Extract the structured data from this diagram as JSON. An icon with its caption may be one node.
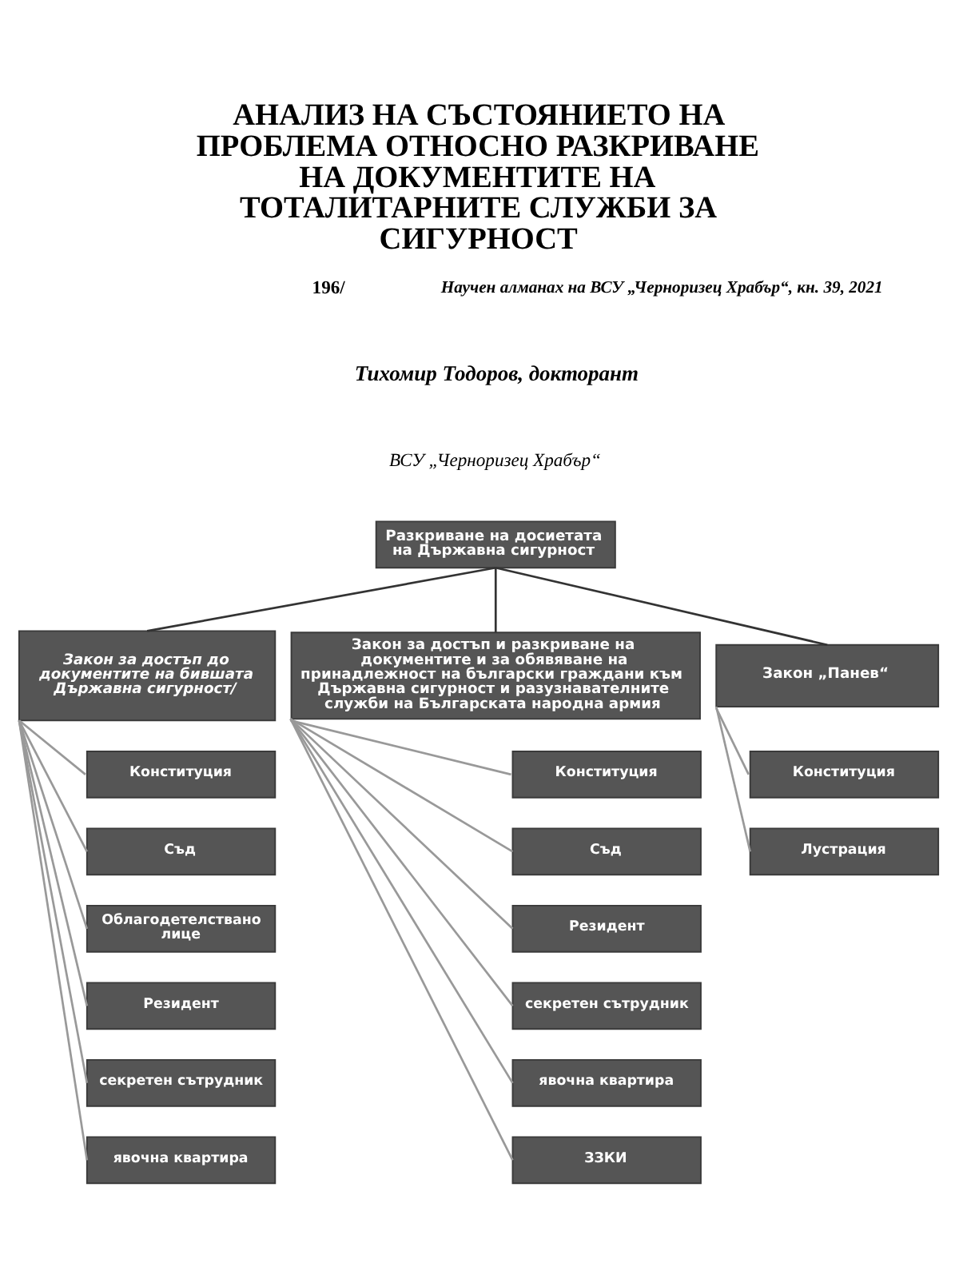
{
  "diagram": {
    "title": "АНАЛИЗ НА СЪСТОЯНИЕТО НА ПРОБЛЕМА ОТНОСНО РАЗКРИВАНЕ НА ДОКУМЕНТИТЕ НА ТОТАЛИТАРНИТЕ СЛУЖБИ ЗА СИГУРНОСТ",
    "nodes": [
      {
        "text": [
          "Разкриване на досиетата на Държавна сигурност"
        ]
      },
      {
        "text": [
          "Закон за достъп до документите на бившата Държавна сигурност/"
        ]
      },
      {
        "text": [
          "Закон за достъп и разкриване на документите и за обявяване на принадлежност на български граждани към Държавна сигурност и разузнавателните служби на Българската народна армия"
        ]
      },
      {
        "text": [
          "Закон „Панев“"
        ]
      },
      {
        "text": [
          "Конституция"
        ]
      },
      {
        "text": [
          "Съд"
        ]
      },
      {
        "text": [
          "Облагодетелствано лице"
        ]
      },
      {
        "text": [
          "Резидент"
        ]
      },
      {
        "text": [
          "секретен сътрудник"
        ]
      },
      {
        "text": [
          "явочна квартира"
        ]
      },
      {
        "text": [
          "Конституция"
        ]
      },
      {
        "text": [
          "Съд"
        ]
      },
      {
        "text": [
          "Резидент"
        ]
      },
      {
        "text": [
          "секретен сътрудник"
        ]
      },
      {
        "text": [
          "явочна квартира"
        ]
      },
      {
        "text": [
          "ЗЗКИ"
        ]
      },
      {
        "text": [
          "Конституция"
        ]
      },
      {
        "text": [
          "Лустрация"
        ]
      }
    ],
    "edges": [
      {
        "from": 0,
        "to": 1,
        "arrow": "none",
        "color": "#333333"
      },
      {
        "from": 0,
        "to": 2,
        "arrow": "none",
        "color": "#333333"
      },
      {
        "from": 0,
        "to": 3,
        "arrow": "none",
        "color": "#333333"
      },
      {
        "from": 1,
        "to": 4,
        "arrow": "none"
      },
      {
        "from": 1,
        "to": 5,
        "arrow": "none"
      },
      {
        "from": 1,
        "to": 6,
        "arrow": "none"
      },
      {
        "from": 1,
        "to": 7,
        "arrow": "none"
      },
      {
        "from": 1,
        "to": 8,
        "arrow": "none"
      },
      {
        "from": 1,
        "to": 9,
        "arrow": "none"
      },
      {
        "from": 2,
        "to": 10,
        "arrow": "none"
      },
      {
        "from": 2,
        "to": 11,
        "arrow": "none"
      },
      {
        "from": 2,
        "to": 12,
        "arrow": "none"
      },
      {
        "from": 2,
        "to": 13,
        "arrow": "none"
      },
      {
        "from": 2,
        "to": 14,
        "arrow": "none"
      },
      {
        "from": 2,
        "to": 15,
        "arrow": "none"
      },
      {
        "from": 3,
        "to": 16,
        "arrow": "none"
      },
      {
        "from": 3,
        "to": 17,
        "arrow": "none"
      }
    ],
    "labels": [
      "196/",
      "Научен алманах на ВСУ „Черноризец Храбър“, кн. 39, 2021",
      "Тихомир Тодоров, докторант",
      "ВСУ „Черноризец Храбър“"
    ]
  }
}
